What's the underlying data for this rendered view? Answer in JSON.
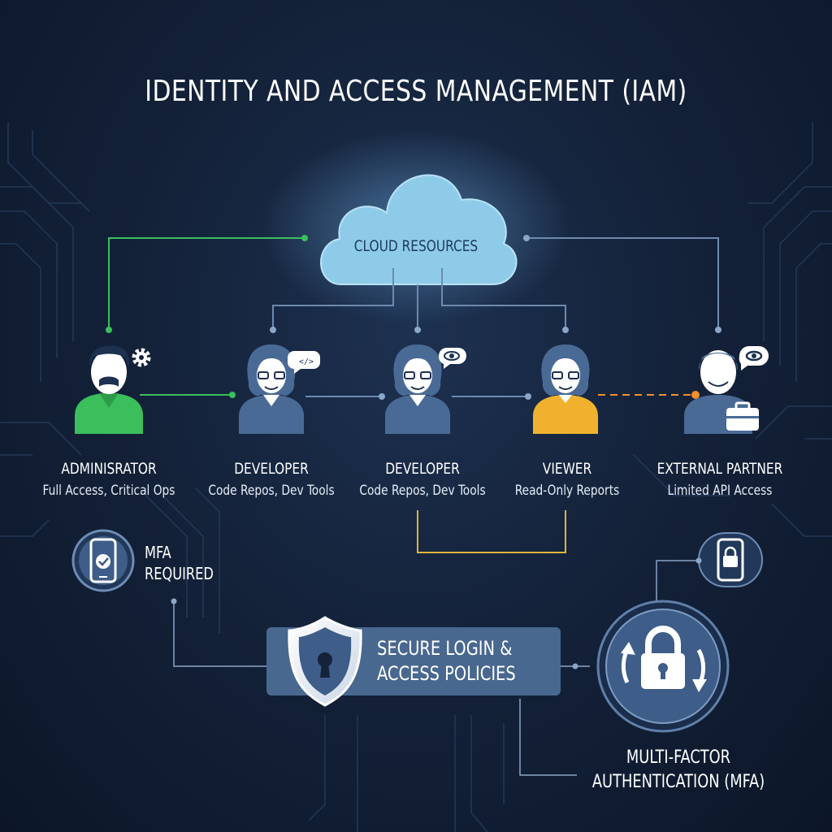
{
  "title": "IDENTITY AND ACCESS MANAGEMENT (IAM)",
  "cloud": {
    "label": "CLOUD RESOURCES"
  },
  "roles": [
    {
      "name": "ADMINISRATOR",
      "desc": "Full Access, Critical Ops",
      "icon": "gear-icon",
      "color": "#3bbf5c"
    },
    {
      "name": "DEVELOPER",
      "desc": "Code Repos, Dev Tools",
      "icon": "code-icon",
      "color": "#4a6a96"
    },
    {
      "name": "DEVELOPER",
      "desc": "Code Repos, Dev Tools",
      "icon": "eye-icon",
      "color": "#4a6a96"
    },
    {
      "name": "VIEWER",
      "desc": "Read-Only Reports",
      "icon": "none",
      "color": "#f0b22e"
    },
    {
      "name": "EXTERNAL PARTNER",
      "desc": "Limited API Access",
      "icon": "eye-icon",
      "color": "#4a6a96"
    }
  ],
  "mfa_required": {
    "line1": "MFA",
    "line2": "REQUIRED"
  },
  "policies": {
    "line1": "SECURE LOGIN &",
    "line2": "ACCESS POLICIES"
  },
  "mfa": {
    "line1": "MULTI-FACTOR",
    "line2": "AUTHENTICATION (MFA)"
  },
  "colors": {
    "background": "#14223a",
    "admin_link": "#3bbf5c",
    "partner_link": "#f0902e",
    "viewer_link": "#e0b43a",
    "cloud": "#8ecbe8"
  }
}
